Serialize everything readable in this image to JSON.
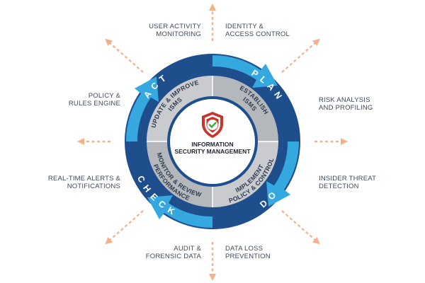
{
  "center": {
    "line1": "INFORMATION",
    "line2": "SECURITY MANAGEMENT"
  },
  "phases": {
    "plan": "PLAN",
    "do": "DO",
    "check": "CHECK",
    "act": "ACT"
  },
  "steps": {
    "establish": [
      "ESTABLISH",
      "ISMS"
    ],
    "implement": [
      "IMPLEMENT",
      "POLICY & CONTROL"
    ],
    "monitor": [
      "MONITOR & REVIEW",
      "PERFORMANCE"
    ],
    "update": [
      "UPDATE & IMPROVE",
      "ISMS"
    ]
  },
  "capabilities": {
    "user_activity": [
      "USER ACTIVITY",
      "MONITORING"
    ],
    "identity": [
      "IDENTITY &",
      "ACCESS CONTROL"
    ],
    "risk": [
      "RISK ANALYSIS",
      "AND PROFILING"
    ],
    "insider": [
      "INSIDER THREAT",
      "DETECTION"
    ],
    "data_loss": [
      "DATA LOSS",
      "PREVENTION"
    ],
    "audit": [
      "AUDIT &",
      "FORENSIC DATA"
    ],
    "alerts": [
      "REAL-TIME ALERTS &",
      "NOTIFICATIONS"
    ],
    "policy": [
      "POLICY &",
      "RULES ENGINE"
    ]
  },
  "colors": {
    "navy": "#1e4e8c",
    "light_blue": "#35a8e0",
    "gray_step": "#b4b7bc",
    "arrow_orange": "#f4b089",
    "shield_red": "#c8342b",
    "check_green": "#3aaa35"
  },
  "icons": {
    "center": "shield-check-icon"
  }
}
